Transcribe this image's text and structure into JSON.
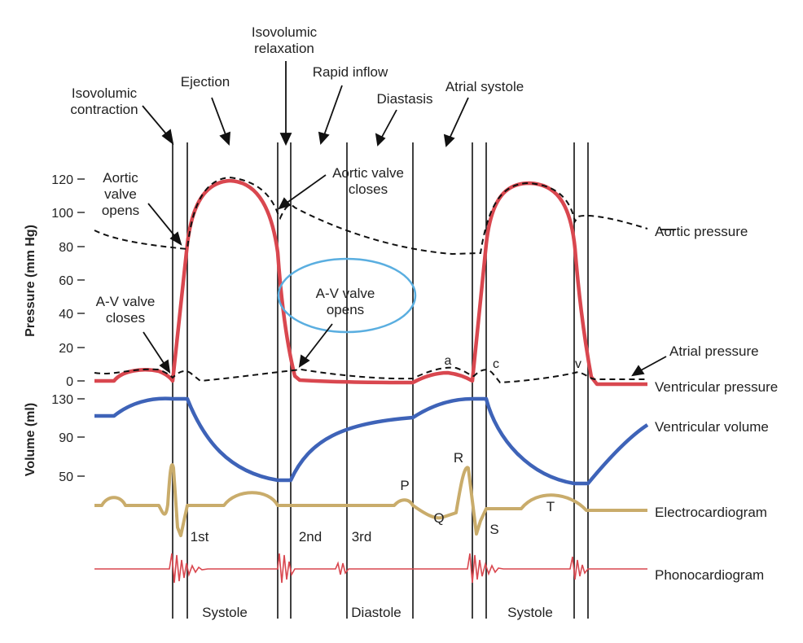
{
  "colors": {
    "pressure": "#d9474f",
    "aortic_dashed": "#111111",
    "volume": "#3e63b8",
    "ecg": "#c9ac6b",
    "phono": "#d9474f",
    "highlight_ellipse": "#5aaee0",
    "line": "#111111"
  },
  "top_labels": {
    "isovolumic_contraction": [
      "Isovolumic",
      "contraction"
    ],
    "ejection": "Ejection",
    "isovolumic_relaxation": [
      "Isovolumic",
      "relaxation"
    ],
    "rapid_inflow": "Rapid inflow",
    "diastasis": "Diastasis",
    "atrial_systole": "Atrial systole"
  },
  "annotations": {
    "aortic_valve_opens": [
      "Aortic",
      "valve",
      "opens"
    ],
    "aortic_valve_closes": [
      "Aortic valve",
      "closes"
    ],
    "av_valve_closes": [
      "A-V valve",
      "closes"
    ],
    "av_valve_opens": [
      "A-V valve",
      "opens"
    ],
    "wave_a": "a",
    "wave_c": "c",
    "wave_v": "v"
  },
  "axes": {
    "pressure_title": "Pressure (mm Hg)",
    "pressure_ticks": [
      "120",
      "100",
      "80",
      "60",
      "40",
      "20",
      "0"
    ],
    "volume_title": "Volume (ml)",
    "volume_ticks": [
      "130",
      "90",
      "50"
    ]
  },
  "trace_labels": {
    "aortic_pressure": "Aortic pressure",
    "atrial_pressure": "Atrial pressure",
    "ventricular_pressure": "Ventricular pressure",
    "ventricular_volume": "Ventricular volume",
    "electrocardiogram": "Electrocardiogram",
    "phonocardiogram": "Phonocardiogram"
  },
  "ecg_labels": {
    "P": "P",
    "Q": "Q",
    "R": "R",
    "S": "S",
    "T": "T"
  },
  "heart_sounds": {
    "first": "1st",
    "second": "2nd",
    "third": "3rd"
  },
  "phases": {
    "systole_1": "Systole",
    "diastole": "Diastole",
    "systole_2": "Systole"
  }
}
